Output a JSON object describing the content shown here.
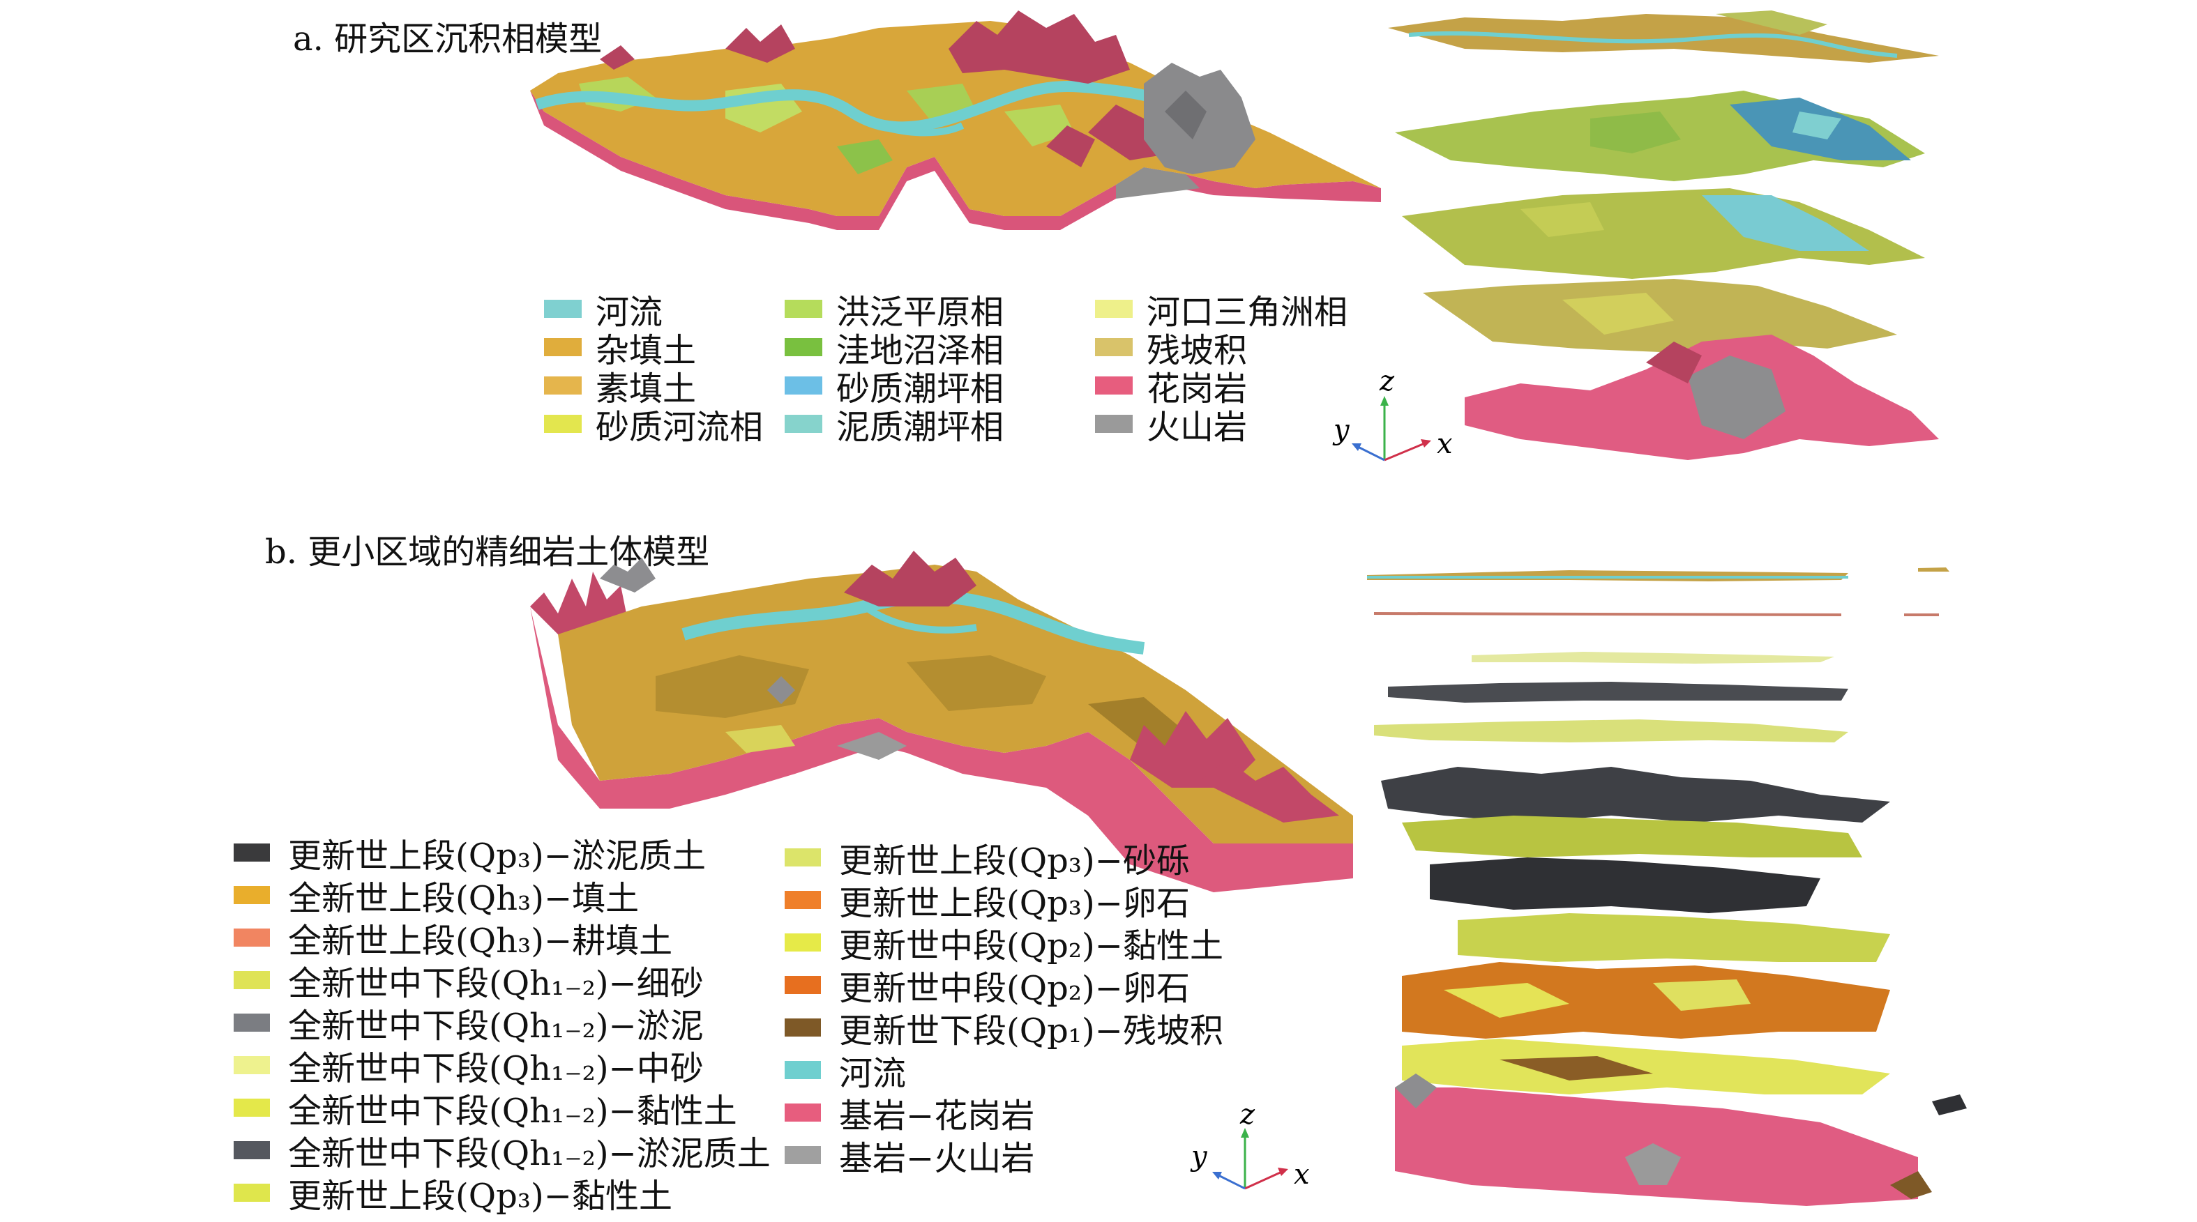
{
  "panel_a": {
    "title": "a. 研究区沉积相模型",
    "legend": [
      {
        "label": "河流",
        "color": "#7fd0d0"
      },
      {
        "label": "杂填土",
        "color": "#e0ad3c"
      },
      {
        "label": "素填土",
        "color": "#e5b54c"
      },
      {
        "label": "砂质河流相",
        "color": "#e3e64e"
      },
      {
        "label": "洪泛平原相",
        "color": "#b5dc5b"
      },
      {
        "label": "洼地沼泽相",
        "color": "#79c03f"
      },
      {
        "label": "砂质潮坪相",
        "color": "#6cbfe6"
      },
      {
        "label": "泥质潮坪相",
        "color": "#86d3cc"
      },
      {
        "label": "河口三角洲相",
        "color": "#eef08a"
      },
      {
        "label": "残坡积",
        "color": "#d9c36a"
      },
      {
        "label": "花岗岩",
        "color": "#e75d7e"
      },
      {
        "label": "火山岩",
        "color": "#9a9a9a"
      }
    ],
    "axes": {
      "z": "z",
      "y": "y",
      "x": "x"
    }
  },
  "panel_b": {
    "title": "b. 更小区域的精细岩土体模型",
    "legend": [
      {
        "label": "更新世上段(Qp₃)−淤泥质土",
        "color": "#3a3a3c"
      },
      {
        "label": "全新世上段(Qh₃)−填土",
        "color": "#e9ae2c"
      },
      {
        "label": "全新世上段(Qh₃)−耕填土",
        "color": "#f18561"
      },
      {
        "label": "全新世中下段(Qh₁₋₂)−细砂",
        "color": "#dfe356"
      },
      {
        "label": "全新世中下段(Qh₁₋₂)−淤泥",
        "color": "#7b7d82"
      },
      {
        "label": "全新世中下段(Qh₁₋₂)−中砂",
        "color": "#eef28e"
      },
      {
        "label": "全新世中下段(Qh₁₋₂)−黏性土",
        "color": "#e4e84a"
      },
      {
        "label": "全新世中下段(Qh₁₋₂)−淤泥质土",
        "color": "#55585f"
      },
      {
        "label": "更新世上段(Qp₃)−黏性土",
        "color": "#dfe64c"
      },
      {
        "label": "更新世上段(Qp₃)−砂砾",
        "color": "#dce46a"
      },
      {
        "label": "更新世上段(Qp₃)−卵石",
        "color": "#ef7f2a"
      },
      {
        "label": "更新世中段(Qp₂)−黏性土",
        "color": "#e6ea48"
      },
      {
        "label": "更新世中段(Qp₂)−卵石",
        "color": "#e76f1f"
      },
      {
        "label": "更新世下段(Qp₁)−残坡积",
        "color": "#7e5927"
      },
      {
        "label": "河流",
        "color": "#6fcfcf"
      },
      {
        "label": "基岩−花岗岩",
        "color": "#e75d7e"
      },
      {
        "label": "基岩−火山岩",
        "color": "#a0a0a0"
      }
    ],
    "axes": {
      "z": "z",
      "y": "y",
      "x": "x"
    }
  }
}
